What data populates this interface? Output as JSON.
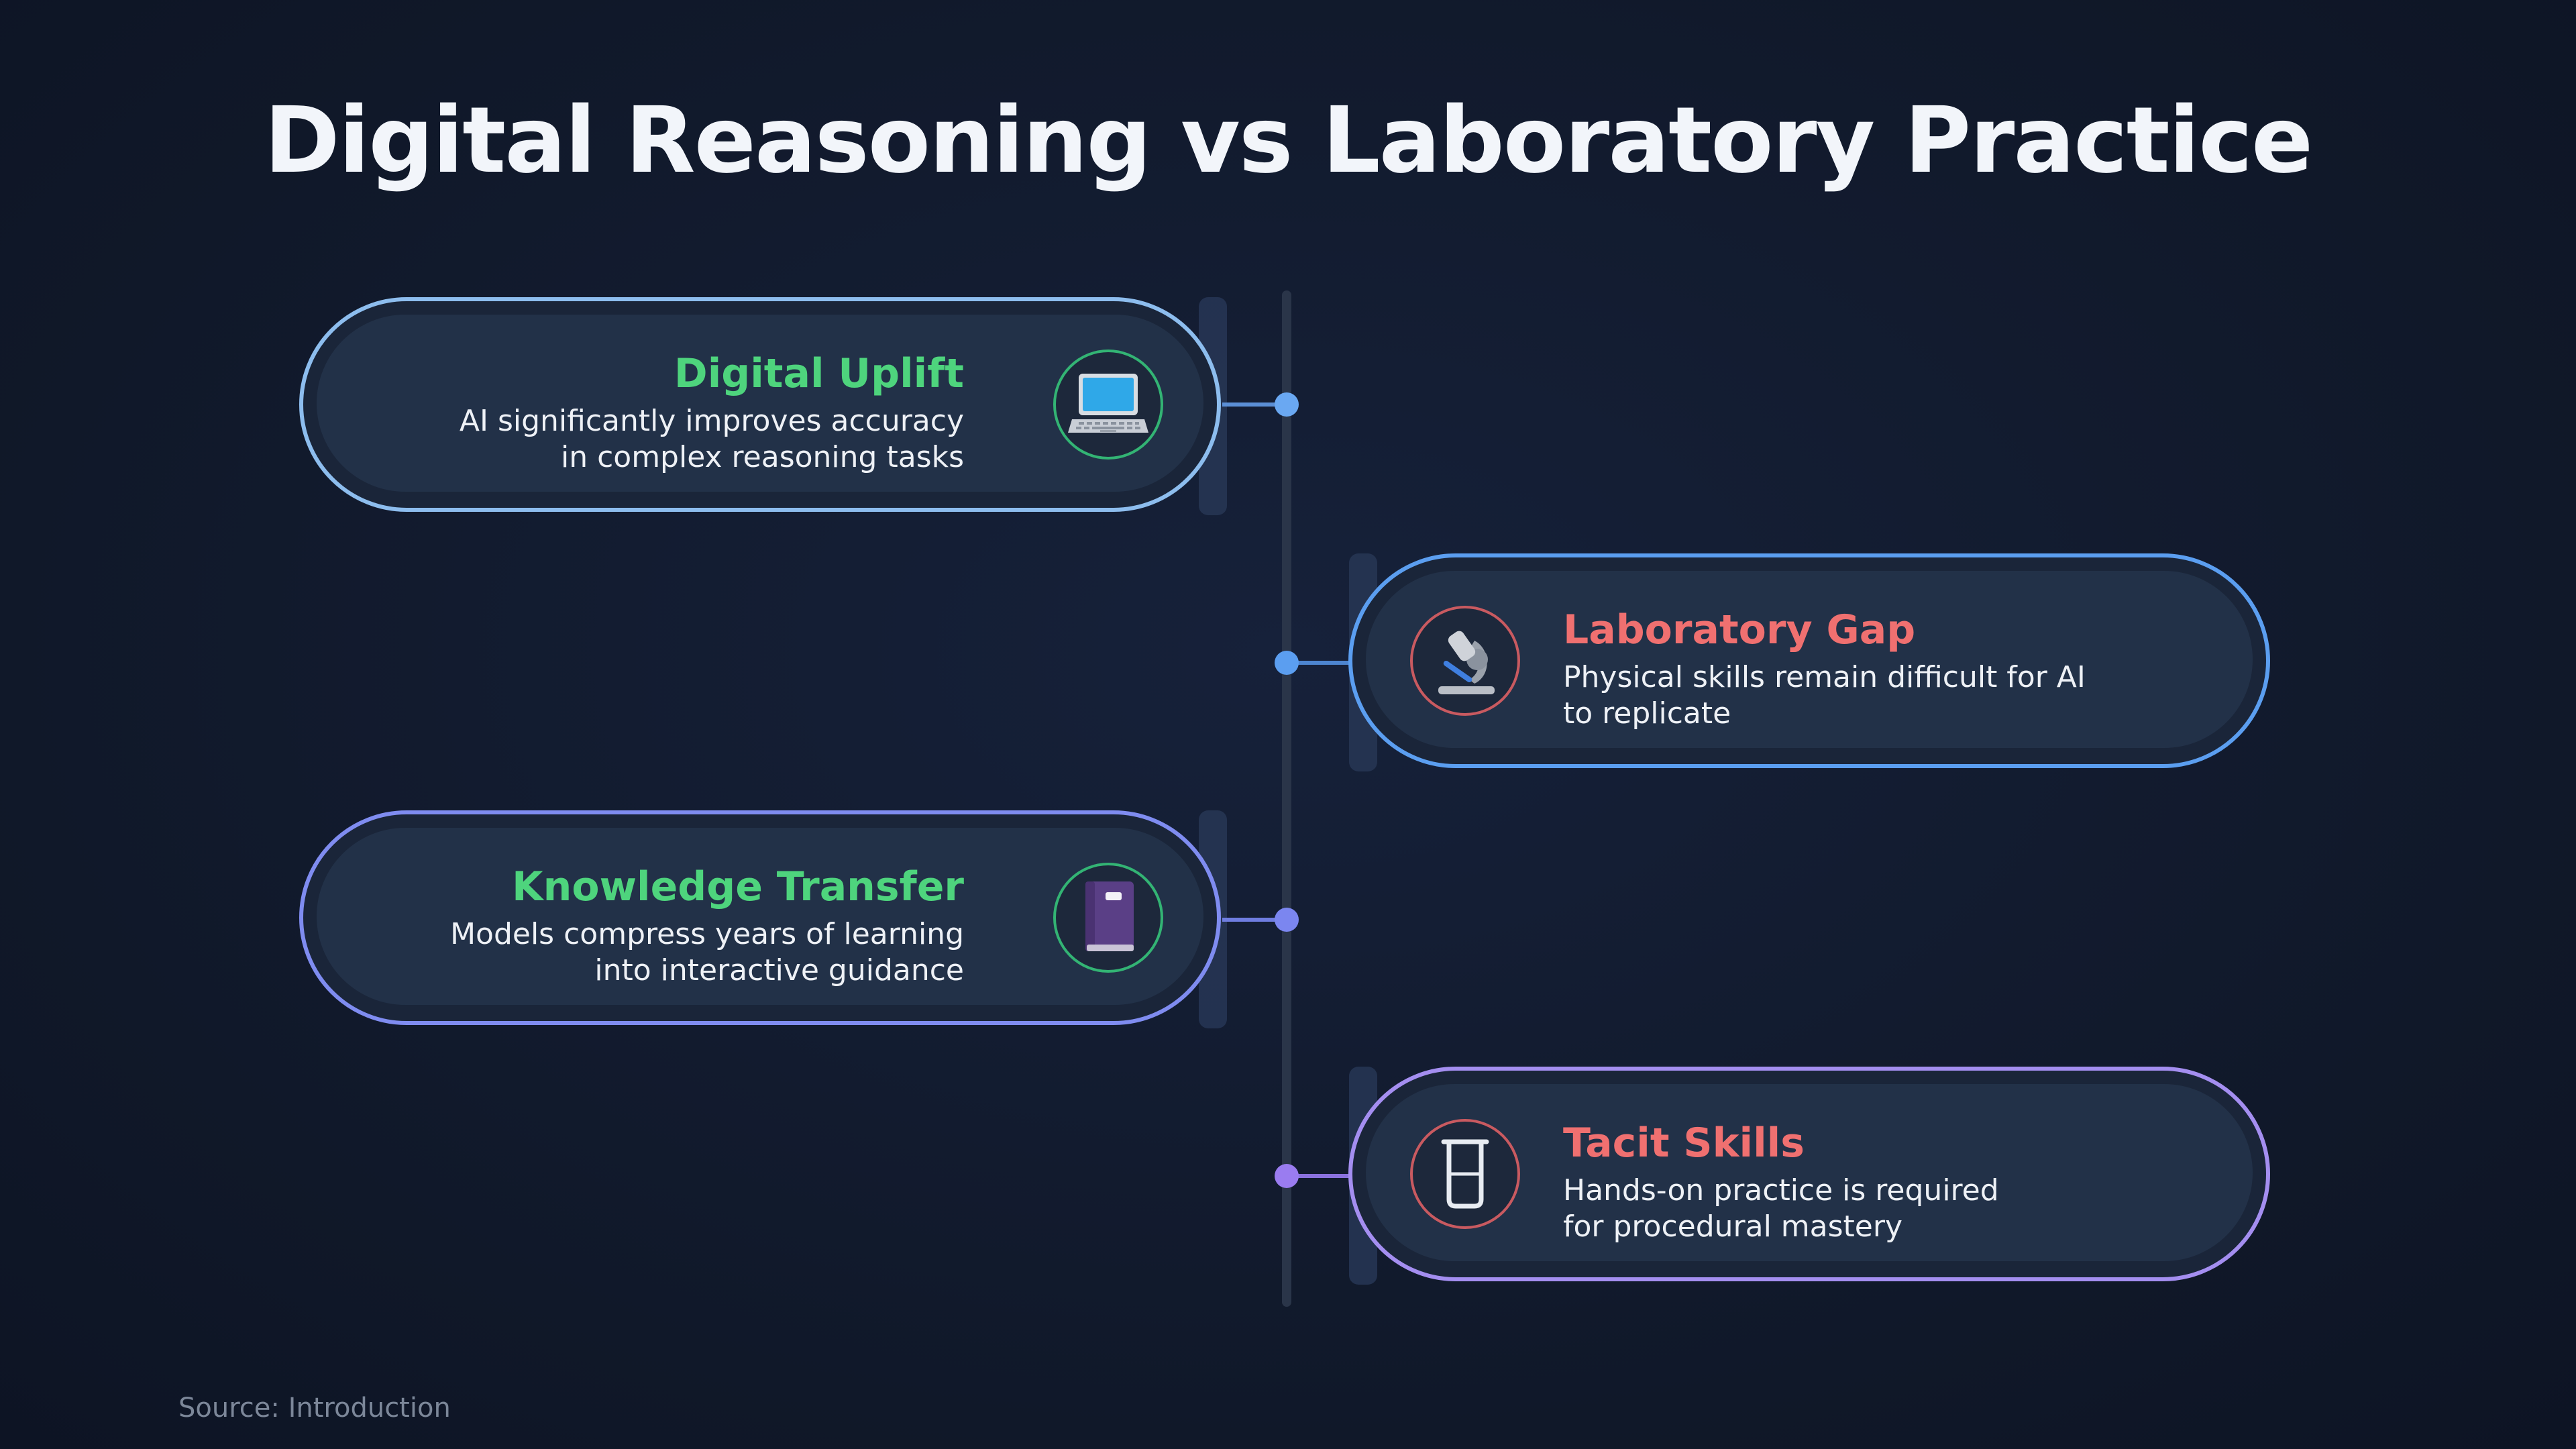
{
  "title": "Digital Reasoning vs Laboratory Practice",
  "source": "Source: Introduction",
  "items": [
    {
      "heading": "Digital Uplift",
      "description_line1": "AI significantly improves accuracy",
      "description_line2": "in complex reasoning tasks",
      "icon": "laptop-icon",
      "side": "left",
      "accent": "#7ab0ea",
      "heading_color": "#4ed47d"
    },
    {
      "heading": "Laboratory Gap",
      "description_line1": "Physical skills remain difficult for AI",
      "description_line2": "to replicate",
      "icon": "microscope-icon",
      "side": "right",
      "accent": "#5b9ef0",
      "heading_color": "#f07070"
    },
    {
      "heading": "Knowledge Transfer",
      "description_line1": "Models compress years of learning",
      "description_line2": "into interactive guidance",
      "icon": "book-icon",
      "side": "left",
      "accent": "#7f8cf0",
      "heading_color": "#4ed47d"
    },
    {
      "heading": "Tacit Skills",
      "description_line1": "Hands-on practice is required",
      "description_line2": "for procedural mastery",
      "icon": "beaker-icon",
      "side": "right",
      "accent": "#9f86ee",
      "heading_color": "#f07070"
    }
  ]
}
